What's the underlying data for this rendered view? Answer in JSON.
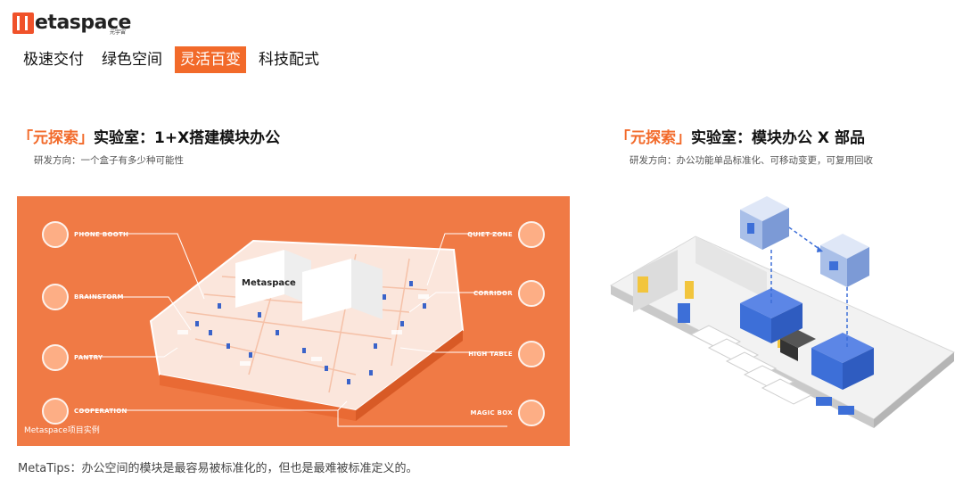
{
  "logo": {
    "word": "etaspace",
    "sub": "元宇宙"
  },
  "tabs": [
    {
      "label": "极速交付",
      "active": false
    },
    {
      "label": "绿色空间",
      "active": false
    },
    {
      "label": "灵活百变",
      "active": true
    },
    {
      "label": "科技配式",
      "active": false
    }
  ],
  "left_section": {
    "title_accent": "「元探索」",
    "title_rest": "实验室：1+X搭建模块办公",
    "subtitle": "研发方向：一个盒子有多少种可能性",
    "image_caption": "Metaspace项目实例",
    "model_logo": "Metaspace",
    "callouts_left": [
      "PHONE BOOTH",
      "BRAINSTORM",
      "PANTRY",
      "COOPERATION"
    ],
    "callouts_right": [
      "QUIET ZONE",
      "CORRIDOR",
      "HIGH TABLE",
      "MAGIC BOX"
    ]
  },
  "right_section": {
    "title_accent": "「元探索」",
    "title_rest": "实验室：模块办公 X 部品",
    "subtitle": "研发方向：办公功能单品标准化、可移动变更，可复用回收"
  },
  "metatips": "MetaTips：办公空间的模块是最容易被标准化的，但也是最难被标准定义的。",
  "colors": {
    "accent": "#f26a2a",
    "panel": "#f07a45",
    "module_blue": "#3d6fd8"
  }
}
